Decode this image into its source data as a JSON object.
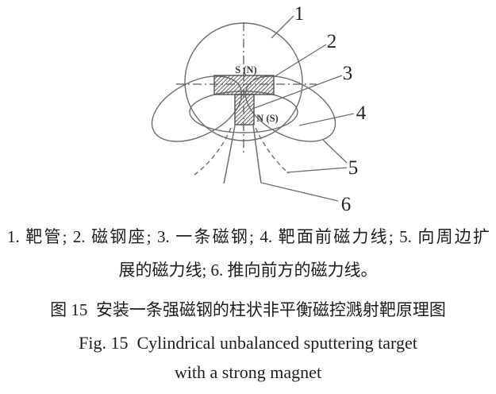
{
  "figure": {
    "diagram": {
      "pole_top_label": "S (N)",
      "pole_bottom_label": "N (S)",
      "callouts": [
        "1",
        "2",
        "3",
        "4",
        "5",
        "6"
      ]
    },
    "legend": {
      "line1": "1. 靶管; 2. 磁钢座; 3. 一条磁钢; 4. 靶面前磁力线; 5. 向周边扩",
      "line2": "展的磁力线; 6. 推向前方的磁力线。"
    },
    "caption_zh": "图 15  安装一条强磁钢的柱状非平衡磁控溅射靶原理图",
    "caption_en_line1": "Fig. 15  Cylindrical unbalanced sputtering target",
    "caption_en_line2": "with a strong magnet",
    "colors": {
      "background": "#ffffff",
      "diagram_line": "#6d6d6d",
      "hatch_line": "#5f5f5f",
      "text": "#1d1d1d"
    }
  }
}
